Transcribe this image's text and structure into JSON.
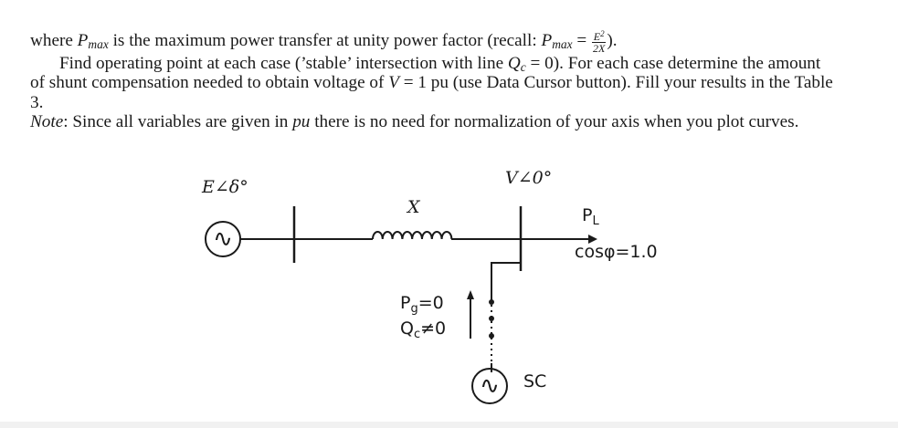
{
  "text": {
    "p1_where": "where",
    "p1_pmax_var": "P",
    "p1_pmax_sub": "max",
    "p1_mid": "is the maximum power transfer at unity power factor (recall:",
    "p1_pmax2_var": "P",
    "p1_pmax2_sub": "max",
    "p1_eq": "=",
    "p1_frac_num_base": "E",
    "p1_frac_num_exp": "2",
    "p1_frac_den": "2X",
    "p1_tail": ").",
    "p2_a": "Find operating point at each case (’stable’ intersection with line",
    "p2_qc_var": "Q",
    "p2_qc_sub": "c",
    "p2_b": "= 0). For each case determine the amount of shunt compensation needed to obtain voltage of",
    "p2_v_var": "V",
    "p2_c": "= 1 pu (use Data Cursor button). Fill your results in the Table 3.",
    "note_label": "Note",
    "note_a": ": Since all variables are given in",
    "note_pu": "pu",
    "note_b": "there is no need for normalization of your axis when you plot curves."
  },
  "diagram": {
    "source_label": "E∠δ°",
    "line_reactance_label": "X",
    "bus_voltage_label": "V∠0°",
    "load_power_label_base": "P",
    "load_power_label_sub": "L",
    "load_pf_label": "cosφ=1.0",
    "sc_pg_base": "P",
    "sc_pg_sub": "g",
    "sc_pg_tail": "=0",
    "sc_qc_base": "Q",
    "sc_qc_sub": "c",
    "sc_qc_tail": "≠0",
    "sc_label": "SC",
    "source_symbol": "∿",
    "sc_symbol": "∿"
  }
}
